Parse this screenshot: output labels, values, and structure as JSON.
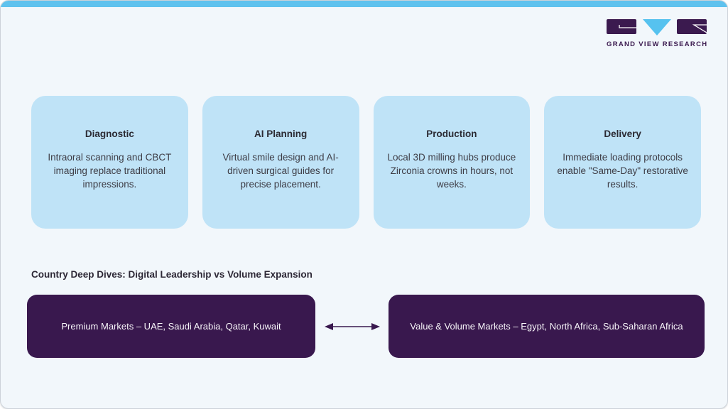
{
  "page": {
    "top_bar_color": "#5fc2ee",
    "background_color": "#f2f7fb"
  },
  "logo": {
    "brand": "GRAND VIEW RESEARCH",
    "purple": "#3b1a4f",
    "blue": "#56c2ef"
  },
  "workflow_cards": [
    {
      "title": "Diagnostic",
      "body": "Intraoral scanning and CBCT imaging replace traditional impressions."
    },
    {
      "title": "AI Planning",
      "body": "Virtual smile design and AI-driven surgical guides for precise placement."
    },
    {
      "title": "Production",
      "body": "Local 3D milling hubs produce Zirconia crowns in hours, not weeks."
    },
    {
      "title": "Delivery",
      "body": "Immediate loading protocols enable \"Same-Day\" restorative results."
    }
  ],
  "country_section": {
    "heading": "Country Deep Dives: Digital Leadership vs Volume Expansion",
    "left_box_label": "Premium Markets – UAE, Saudi Arabia, Qatar, Kuwait",
    "right_box_label": "Value & Volume Markets – Egypt, North Africa, Sub-Saharan Africa",
    "box_color": "#39184e",
    "card_color": "#bfe3f7"
  }
}
